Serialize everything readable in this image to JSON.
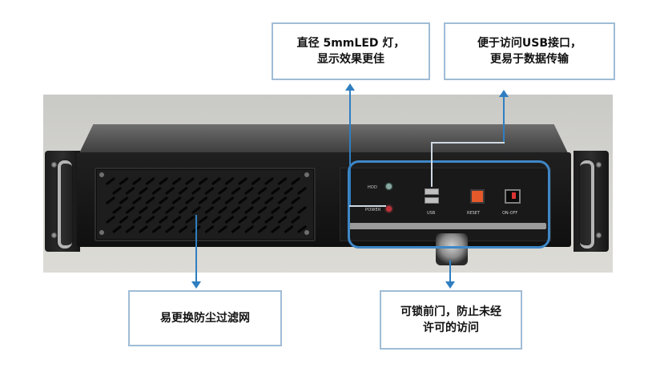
{
  "callouts": {
    "led": {
      "line1": "直径 5mmLED 灯，",
      "line2": "显示效果更佳"
    },
    "usb": {
      "line1": "便于访问USB接口，",
      "line2": "更易于数据传输"
    },
    "filter": {
      "line1": "易更换防尘过滤网"
    },
    "lock": {
      "line1": "可锁前门，防止未经",
      "line2": "许可的访问"
    }
  },
  "panel_labels": {
    "hdd": "HDD",
    "power": "POWER",
    "usb": "USB",
    "reset": "RESET",
    "onoff": "ON-OFF"
  },
  "colors": {
    "accent_blue": "#2f7ec1",
    "callout_border": "#9fbcd6",
    "reset_orange": "#e4582a",
    "power_led_red": "#c0303a"
  },
  "icons": {
    "lock": "front-door-lock-icon",
    "reset": "reset-button-icon",
    "power": "power-switch-icon"
  }
}
